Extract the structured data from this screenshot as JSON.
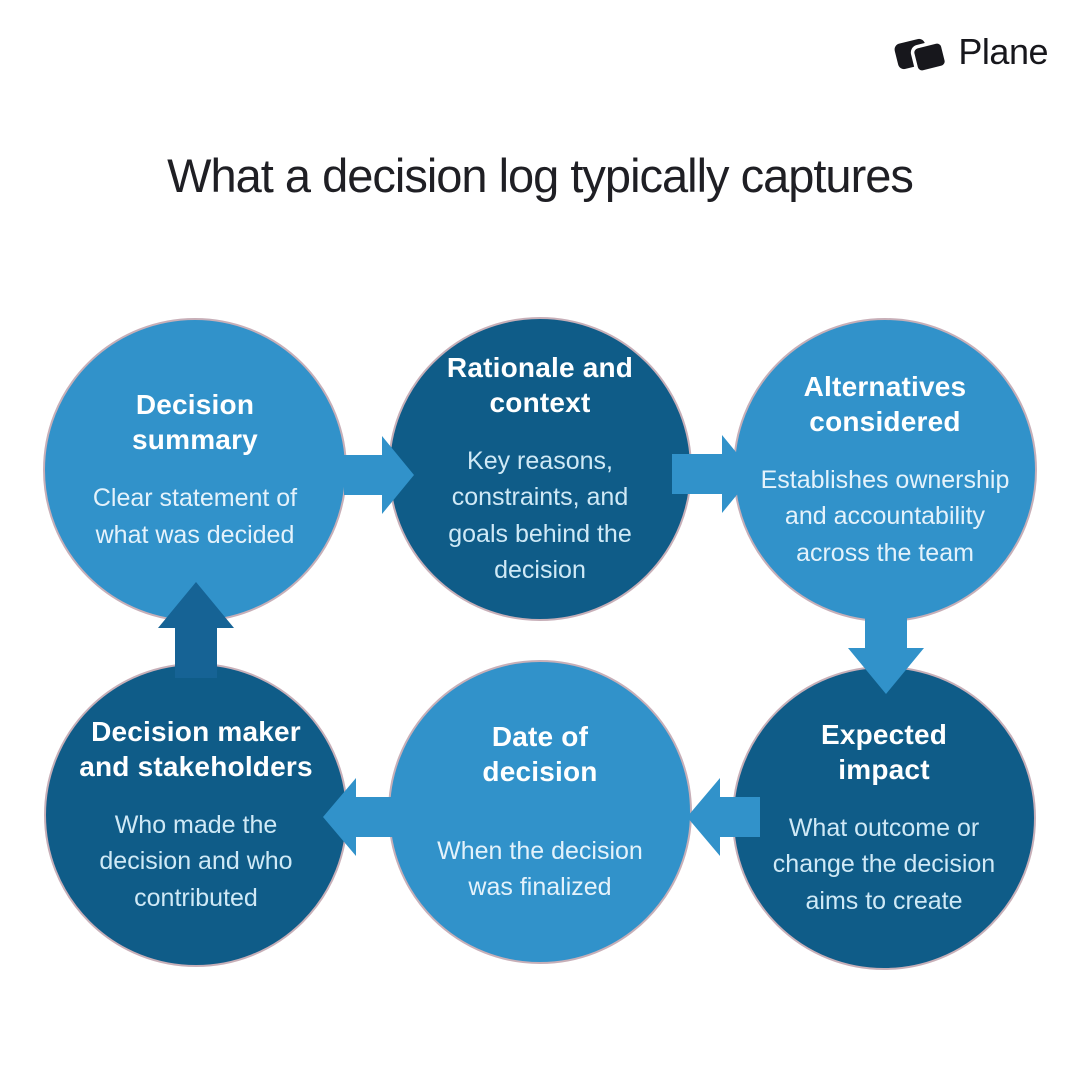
{
  "brand": {
    "name": "Plane",
    "logo_icon": "plane-logo-icon"
  },
  "title": "What a decision log typically captures",
  "colors": {
    "background": "#FFFFFF",
    "circle_light": "#3192CA",
    "circle_dark": "#0F5C88",
    "circle_border": "#C7AFB8",
    "arrow_light": "#3192CA",
    "arrow_dark": "#166395",
    "heading_text": "#FFFFFF",
    "body_text_on_light": "#E4F2FB",
    "body_text_on_dark": "#CFE9F6",
    "title_text": "#1F1F24",
    "brand_text": "#17171C"
  },
  "circles": [
    {
      "id": "decision-summary",
      "variant": "light",
      "heading": "Decision\nsummary",
      "body": "Clear statement of\nwhat was decided"
    },
    {
      "id": "rationale-and-context",
      "variant": "dark",
      "heading": "Rationale and\ncontext",
      "body": "Key reasons,\nconstraints, and\ngoals behind the\ndecision"
    },
    {
      "id": "alternatives-considered",
      "variant": "light",
      "heading": "Alternatives\nconsidered",
      "body": "Establishes ownership\nand accountability\nacross the team"
    },
    {
      "id": "decision-maker-and-stakeholders",
      "variant": "dark",
      "heading": "Decision maker\nand stakeholders",
      "body": "Who made the\ndecision and who\ncontributed"
    },
    {
      "id": "date-of-decision",
      "variant": "light",
      "heading": "Date of\ndecision",
      "body": "When the decision\nwas finalized"
    },
    {
      "id": "expected-impact",
      "variant": "dark",
      "heading": "Expected\nimpact",
      "body": "What outcome or\nchange the decision\naims to create"
    }
  ],
  "arrows": [
    {
      "name": "arrow-right-icon",
      "from": "decision-summary",
      "to": "rationale-and-context",
      "direction": "right",
      "color": "light"
    },
    {
      "name": "arrow-right-icon",
      "from": "rationale-and-context",
      "to": "alternatives-considered",
      "direction": "right",
      "color": "light"
    },
    {
      "name": "arrow-down-icon",
      "from": "alternatives-considered",
      "to": "expected-impact",
      "direction": "down",
      "color": "light"
    },
    {
      "name": "arrow-left-icon",
      "from": "expected-impact",
      "to": "date-of-decision",
      "direction": "left",
      "color": "light"
    },
    {
      "name": "arrow-left-icon",
      "from": "date-of-decision",
      "to": "decision-maker-and-stakeholders",
      "direction": "left",
      "color": "light"
    },
    {
      "name": "arrow-up-icon",
      "from": "decision-maker-and-stakeholders",
      "to": "decision-summary",
      "direction": "up",
      "color": "dark"
    }
  ]
}
